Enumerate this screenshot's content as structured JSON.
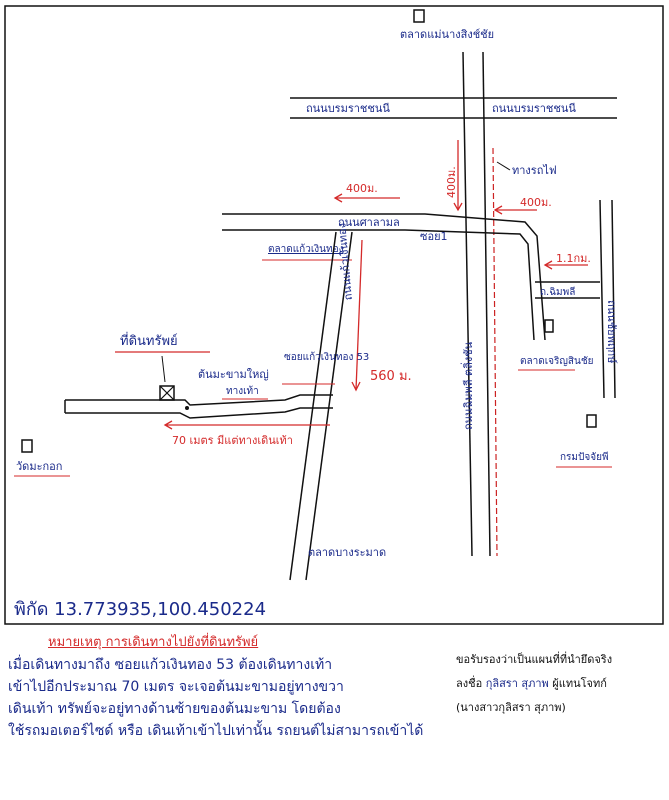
{
  "labels": {
    "north_landmark": "ตลาดแม่นางสิงช์ชัย",
    "top_road_left": "ถนนบรมราชชนนี",
    "top_road_right": "ถนนบรมราชชนนี",
    "mid_road": "ถนนศาลามล",
    "railway": "ทางรถไฟ",
    "soi1": "ซอย1",
    "dist_400_left": "400ม.",
    "dist_400_vertical": "400ม.",
    "dist_400_right": "400ม.",
    "dist_1km": "1.1กม.",
    "left_market": "ตลาดแก้วเงินทอง",
    "right_road": "ถ.ฉิมพลี",
    "right_market": "ตลาดเจริญสินชัย",
    "vertical_main_road": "ถนนฉิมพลี ตลิ่งชัน",
    "right_vertical_road": "ถนนชัยพฤกษ์",
    "property": "ที่ดินทรัพย์",
    "bridge_note": "ต้นมะขามใหญ่",
    "walkway": "ทางเท้า",
    "soi53": "ซอยแก้วเงินทอง 53",
    "dist_560": "560 ม.",
    "diag_road": "ถนนแก้วเงินทอง",
    "dist_70": "70 เมตร มีแต่ทางเดินเท้า",
    "temple_left": "วัดมะกอก",
    "office": "กรมปัจจัยพี",
    "bottom_market": "ตลาดบางระมาด",
    "coordinates": "พิกัด 13.773935,100.450224"
  },
  "notes": {
    "title": "หมายเหตุ การเดินทางไปยังที่ดินทรัพย์",
    "lines": [
      "เมื่อเดินทางมาถึง ซอยแก้วเงินทอง 53 ต้องเดินทางเท้า",
      "เข้าไปอีกประมาณ 70 เมตร จะเจอต้นมะขามอยู่ทางขวา",
      "เดินเท้า ทรัพย์จะอยู่ทางด้านซ้ายของต้นมะขาม โดยต้อง",
      "ใช้รถมอเตอร์ไซด์ หรือ เดินเท้าเข้าไปเท่านั้น รถยนต์ไม่สามารถเข้าได้"
    ]
  },
  "certification": {
    "line1": "ขอรับรองว่าเป็นแผนที่ที่นำยึดจริง",
    "sign_prefix": "ลงชื่อ",
    "signature": "กุลิสรา สุภาพ",
    "role": "ผู้แทนโจทก์",
    "name": "(นางสาวกุลิสรา สุภาพ)"
  },
  "colors": {
    "ink": "#1a2a8a",
    "red": "#d42a2a",
    "frame": "#111111"
  }
}
